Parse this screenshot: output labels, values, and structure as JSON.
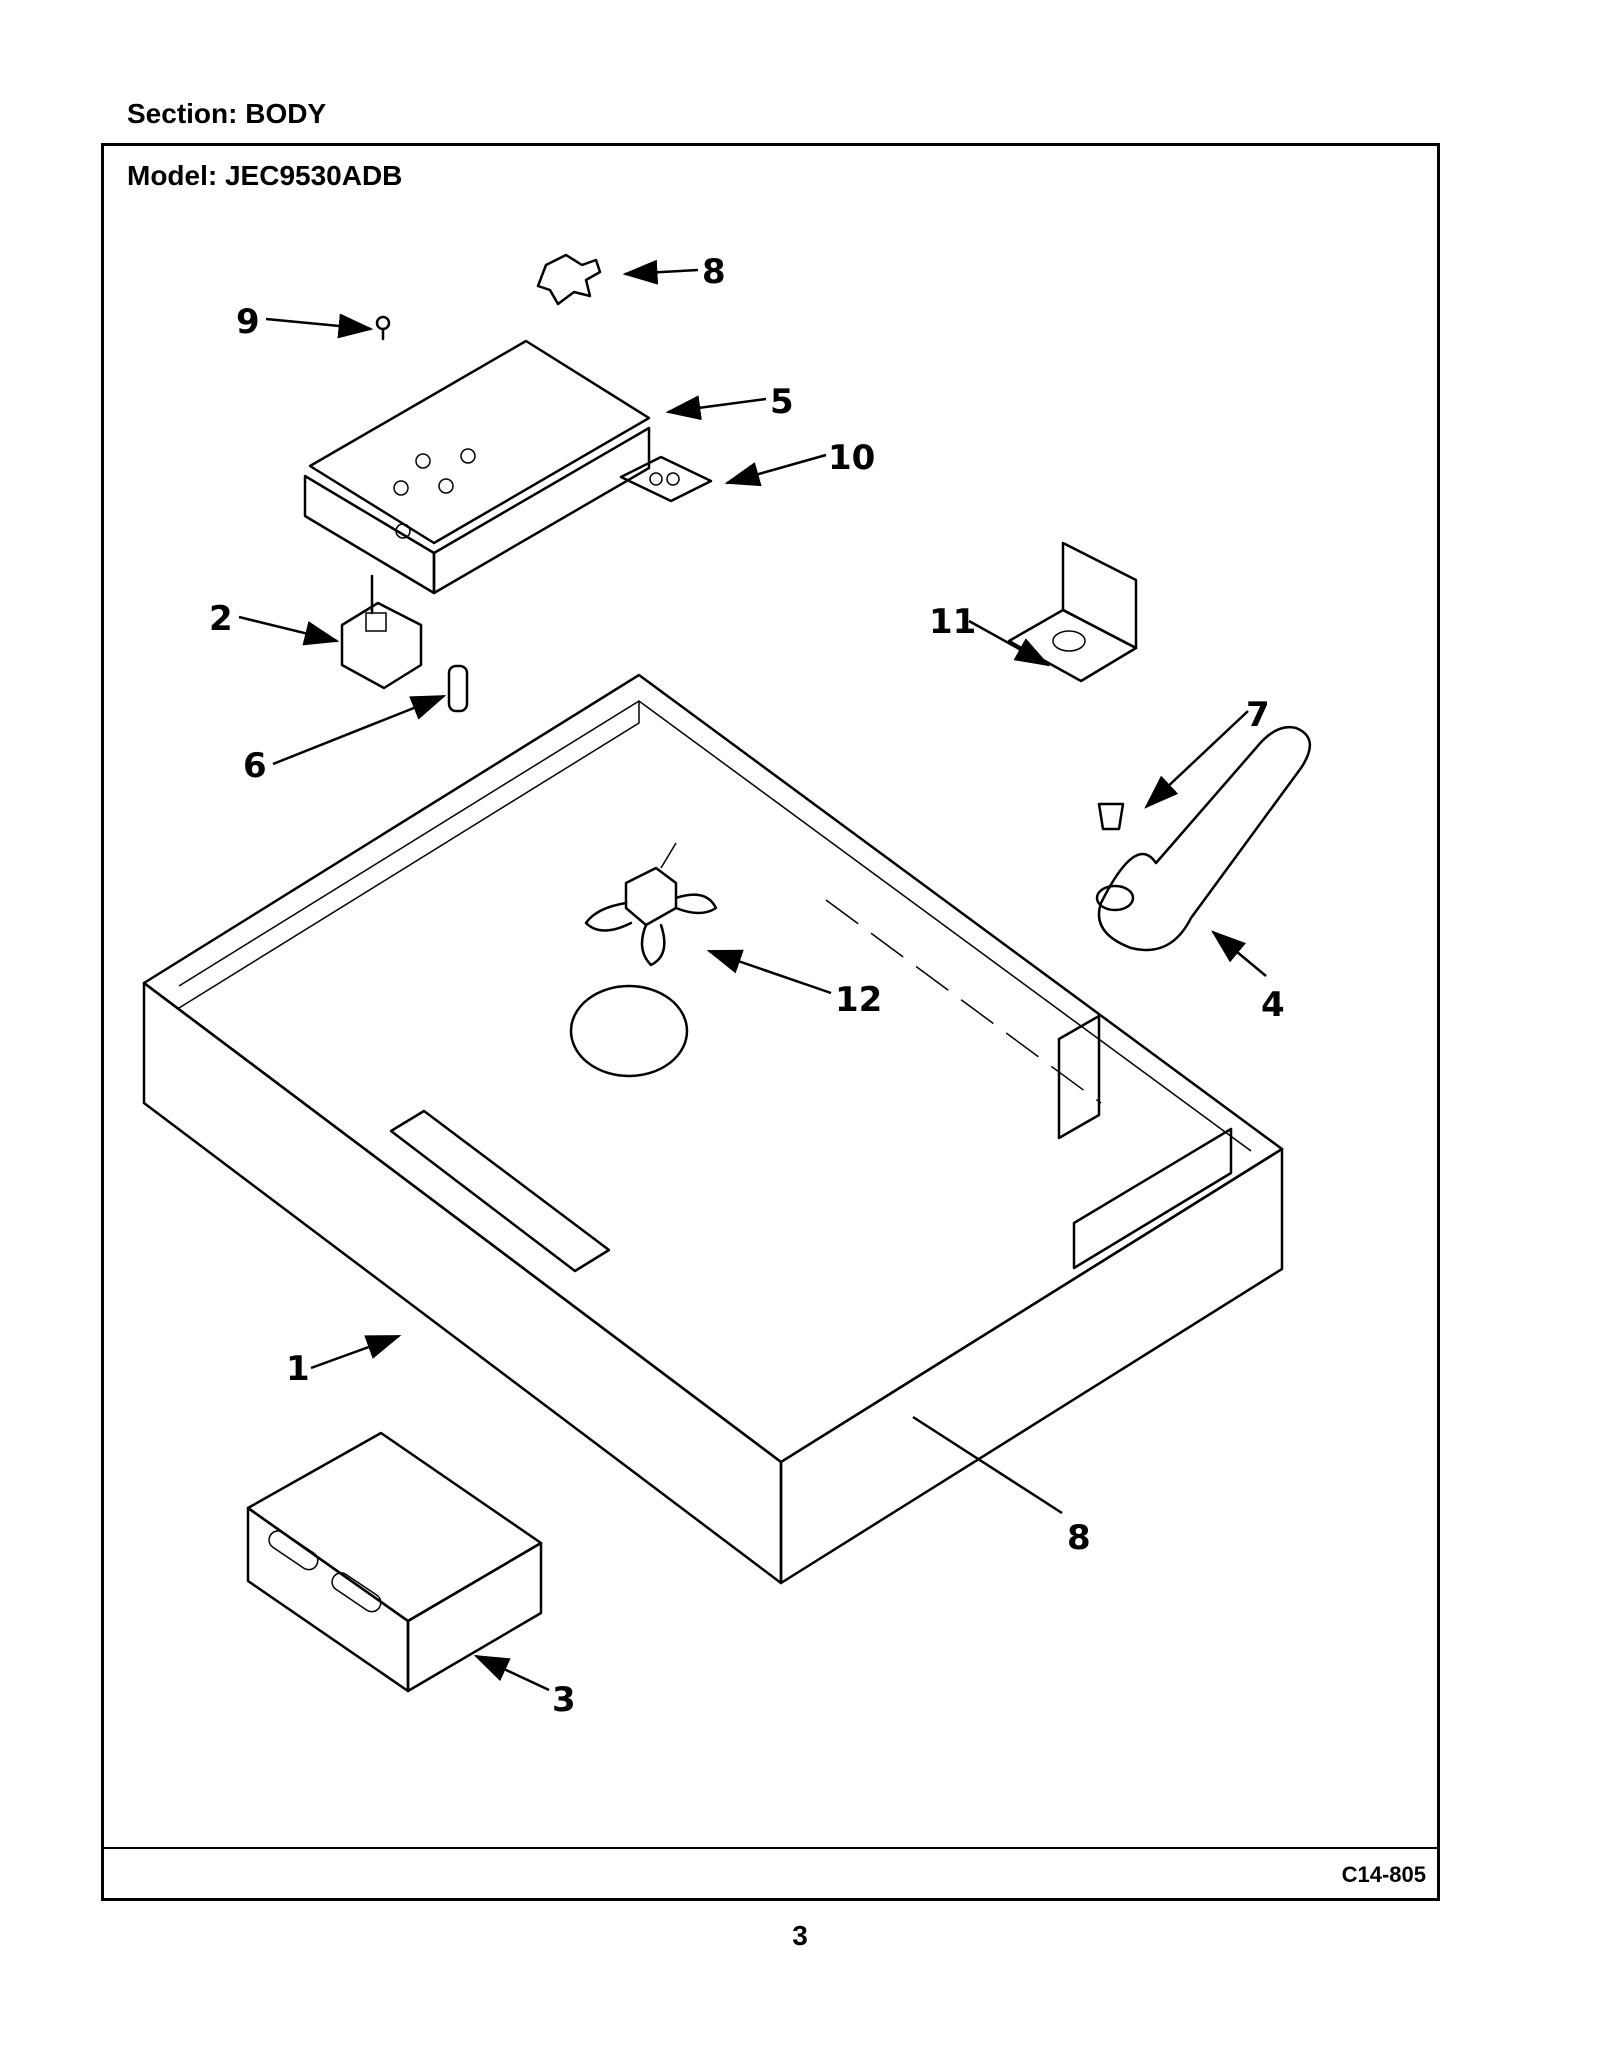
{
  "header": {
    "section_label": "Section:  BODY",
    "model_label": "Model:  JEC9530ADB"
  },
  "footer": {
    "doc_code": "C14-805",
    "page_number": "3"
  },
  "callouts": {
    "c1": "1",
    "c2": "2",
    "c3": "3",
    "c4": "4",
    "c5": "5",
    "c6": "6",
    "c7": "7",
    "c8a": "8",
    "c8b": "8",
    "c9": "9",
    "c10": "10",
    "c11": "11",
    "c12": "12"
  },
  "colors": {
    "ink": "#000000",
    "paper": "#ffffff"
  }
}
